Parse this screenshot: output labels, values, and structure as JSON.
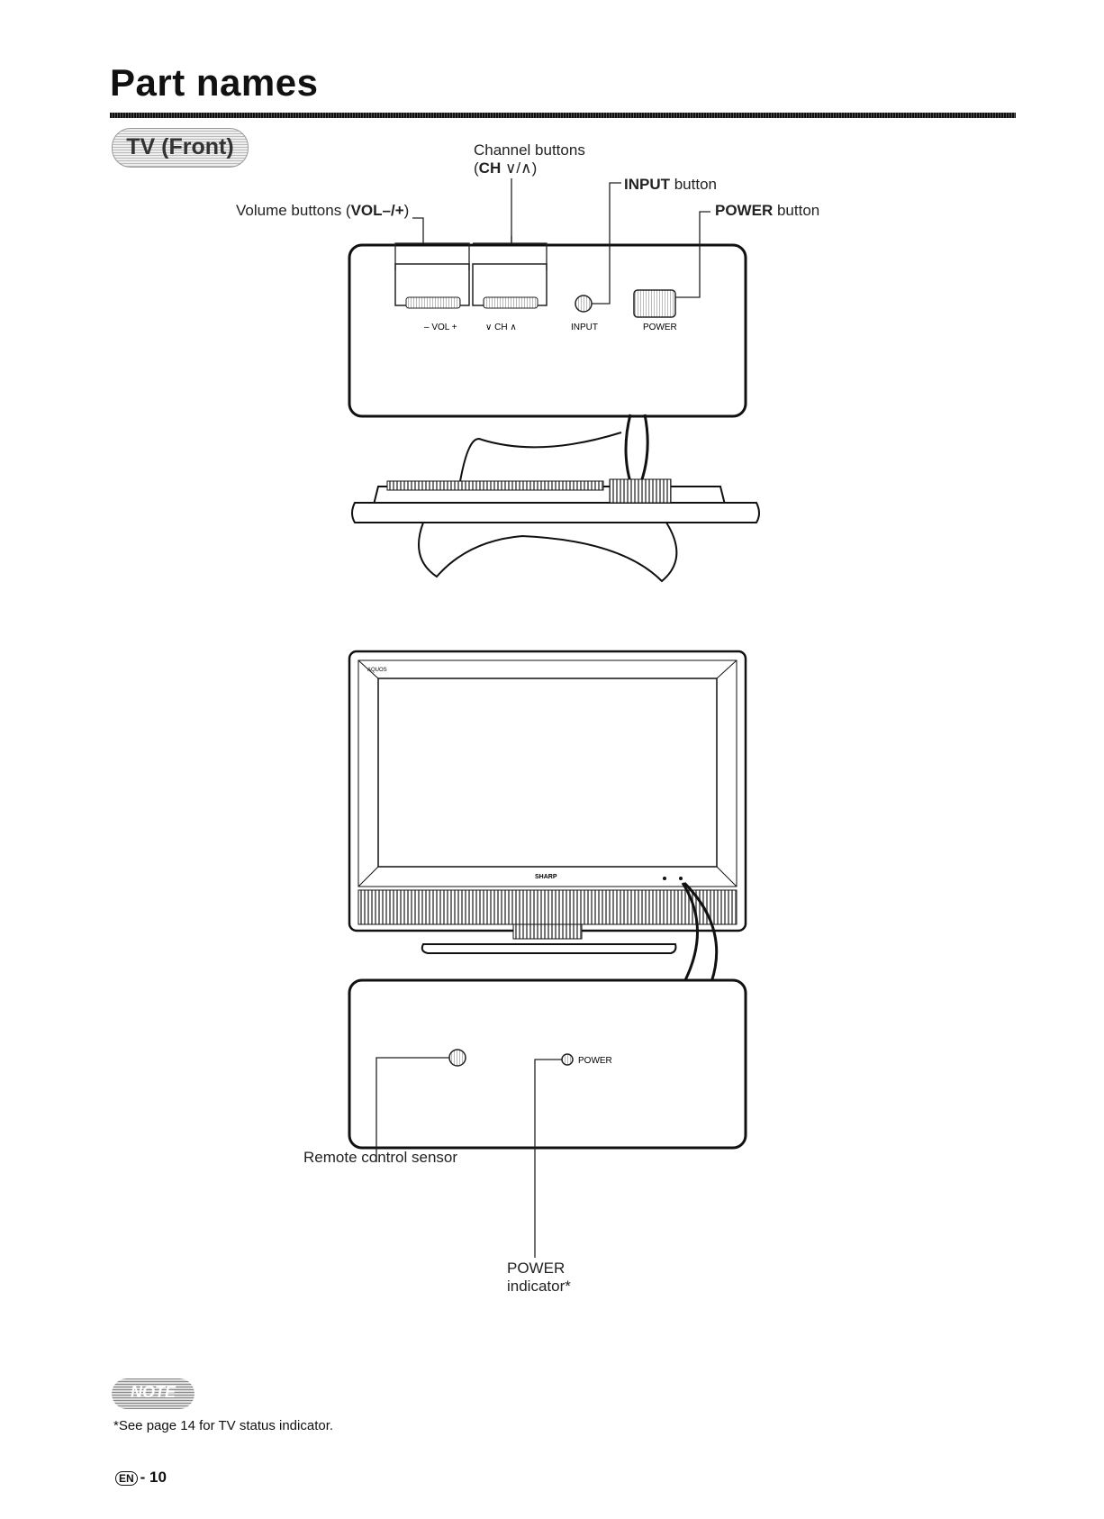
{
  "page": {
    "title": "Part names",
    "section": "TV (Front)",
    "note_badge": "NOTE",
    "note_text": "*See page 14 for TV status indicator.",
    "page_lang": "EN",
    "page_number": "- 10"
  },
  "callouts": {
    "channel_line1": "Channel buttons",
    "channel_line2_bold": "CH",
    "channel_line2_rest": "∨/∧)",
    "input_bold": "INPUT",
    "input_rest": " button",
    "volume_prefix": "Volume buttons (",
    "volume_bold": "VOL–/+",
    "volume_suffix": ")",
    "power_bold": "POWER",
    "power_rest": " button",
    "remote_sensor": "Remote control sensor",
    "power_ind_line1": "POWER",
    "power_ind_line2": "indicator*"
  },
  "panel_labels": {
    "vol": "–  VOL  +",
    "ch": "∨  CH  ∧",
    "input": "INPUT",
    "power": "POWER",
    "power_small": "POWER",
    "brand_small": "AQUOS",
    "brand": "SHARP"
  }
}
